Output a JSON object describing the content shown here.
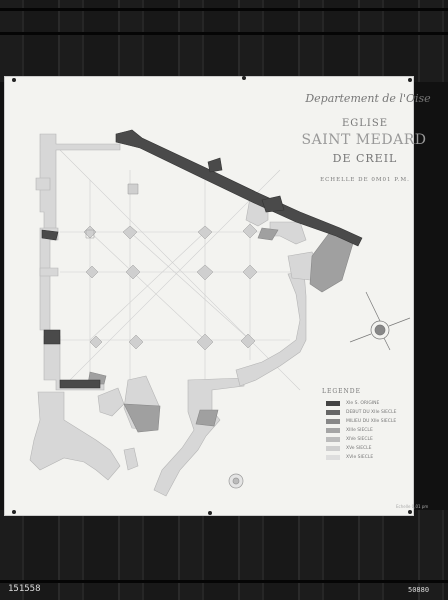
{
  "photo": {
    "subject": "Plan drawing pinned to wooden board",
    "archive_number": "151558",
    "archive_number_right": "50880",
    "stamp": "Echelle 0,01 pm"
  },
  "sheet": {
    "department": "Departement de l'Oise",
    "church_label": "EGLISE",
    "church_name": "SAINT MEDARD",
    "town": "DE CREIL",
    "scale": "ECHELLE DE 0M01 P.M."
  },
  "legend": {
    "title": "LEGENDE",
    "items": [
      {
        "label": "XIe S. ORIGINE",
        "color": "#444444"
      },
      {
        "label": "DEBUT DU XIIe SIECLE",
        "color": "#666666"
      },
      {
        "label": "MILIEU DU XIIe SIECLE",
        "color": "#888888"
      },
      {
        "label": "XIIIe SIECLE",
        "color": "#a5a5a5"
      },
      {
        "label": "XIVe SIECLE",
        "color": "#bcbcbc"
      },
      {
        "label": "XVe SIECLE",
        "color": "#cfcfcf"
      },
      {
        "label": "XVIe SIECLE",
        "color": "#dedede"
      }
    ]
  },
  "colors": {
    "wood": "#1c1c1c",
    "paper": "#f3f3f0",
    "wall_dark": "#4a4a4a",
    "wall_mid": "#9a9a9a",
    "wall_light": "#d2d2d2"
  }
}
